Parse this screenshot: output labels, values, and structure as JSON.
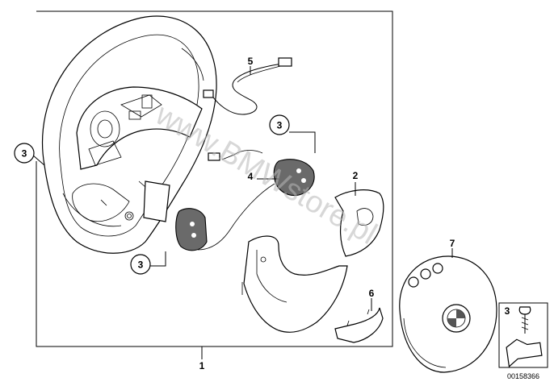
{
  "diagram": {
    "labels": {
      "main_assembly": "1",
      "cover_right": "2",
      "screw_left": "3",
      "screw_top": "3",
      "screw_bottom": "3",
      "screw_legend": "3",
      "switch_left": "4",
      "cable_harness": "5",
      "cover_small": "6",
      "airbag": "7"
    },
    "watermark": "www.BMWstore.pl",
    "reference_number": "00158366"
  }
}
